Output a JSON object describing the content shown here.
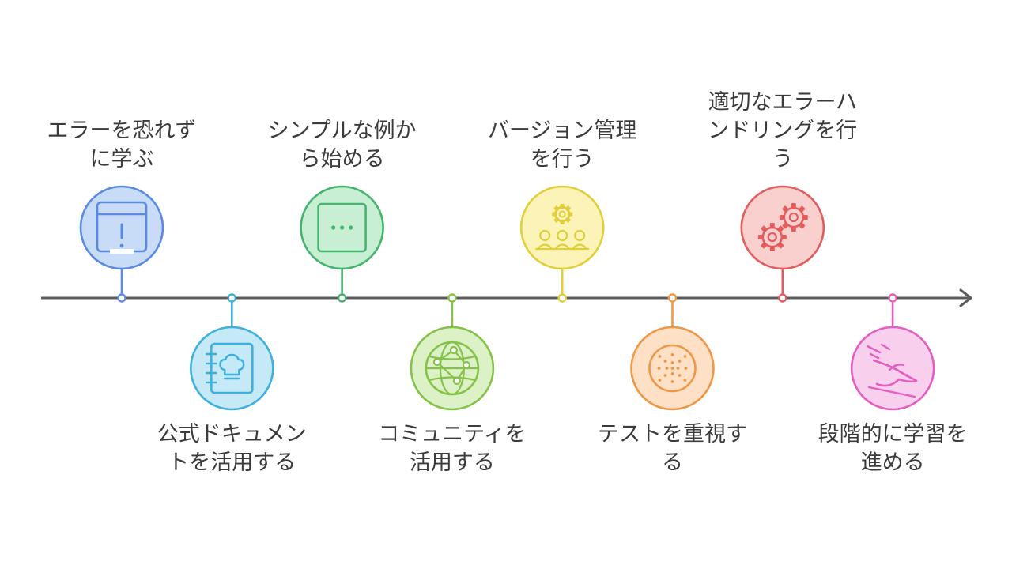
{
  "colors": {
    "axis": "#5c5c5c",
    "text": "#3b3b3b"
  },
  "steps": [
    {
      "label": "エラーを恐れず\nに学ぶ",
      "icon": "browser-alert-icon",
      "position": "above",
      "stroke": "#5a8be0",
      "fill": "#c8dcf7"
    },
    {
      "label": "公式ドキュメン\nトを活用する",
      "icon": "recipe-book-icon",
      "position": "below",
      "stroke": "#3fb0dc",
      "fill": "#c5e9f7"
    },
    {
      "label": "シンプルな例か\nら始める",
      "icon": "ellipsis-box-icon",
      "position": "above",
      "stroke": "#46b46f",
      "fill": "#c8efd4"
    },
    {
      "label": "コミュニティを\n活用する",
      "icon": "globe-network-icon",
      "position": "below",
      "stroke": "#86c24a",
      "fill": "#dcf1c6"
    },
    {
      "label": "バージョン管理\nを行う",
      "icon": "team-gear-icon",
      "position": "above",
      "stroke": "#e0cf3a",
      "fill": "#fbf3b8"
    },
    {
      "label": "テストを重視す\nる",
      "icon": "dotted-circle-icon",
      "position": "below",
      "stroke": "#ee9744",
      "fill": "#fde0c6"
    },
    {
      "label": "適切なエラーハ\nンドリングを行\nう",
      "icon": "gears-icon",
      "position": "above",
      "stroke": "#e35d5d",
      "fill": "#fad0cf"
    },
    {
      "label": "段階的に学習を\n進める",
      "icon": "bird-flying-icon",
      "position": "below",
      "stroke": "#e25fbf",
      "fill": "#f9cfee"
    }
  ]
}
